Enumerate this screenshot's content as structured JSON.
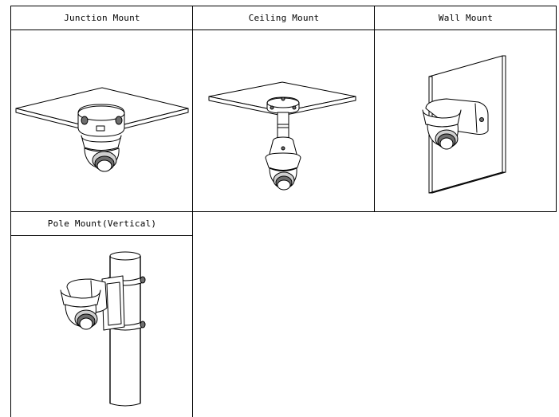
{
  "mounts": [
    {
      "title": "Junction Mount"
    },
    {
      "title": "Ceiling Mount"
    },
    {
      "title": "Wall Mount"
    },
    {
      "title": "Pole Mount(Vertical)"
    }
  ]
}
